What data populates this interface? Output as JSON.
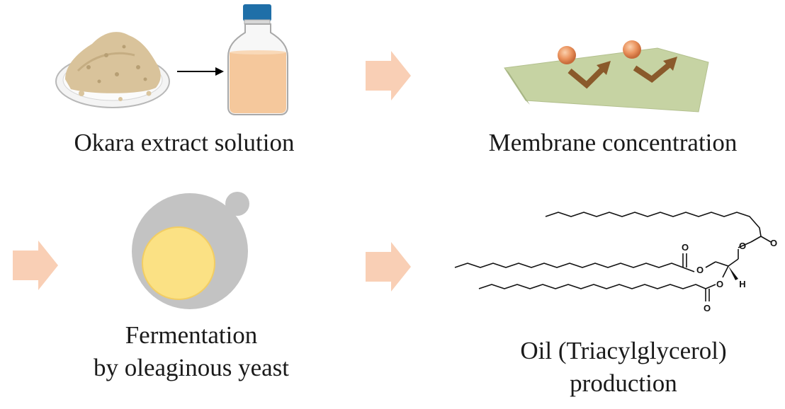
{
  "steps": {
    "okara": {
      "caption": "Okara extract solution"
    },
    "membrane": {
      "caption": "Membrane concentration"
    },
    "fermentation": {
      "caption_line1": "Fermentation",
      "caption_line2": "by oleaginous yeast"
    },
    "oil": {
      "caption_line1": "Oil (Triacylglycerol)",
      "caption_line2": "production"
    }
  },
  "molecule": {
    "atoms": {
      "o1": "O",
      "o2": "O",
      "o3": "O",
      "o4": "O",
      "o5": "O",
      "o6": "O",
      "h": "H"
    }
  },
  "colors": {
    "flow_arrow": "#f9cfb5",
    "okara": "#d8c29a",
    "bottle_liquid": "#f5c79a",
    "bottle_cap": "#1f6fa8",
    "membrane": "#c7d3a4",
    "particle": "#e48a55",
    "membrane_arrow": "#8a5a2b",
    "yeast_cell": "#c3c3c3",
    "yeast_lipid": "#fbe184"
  }
}
